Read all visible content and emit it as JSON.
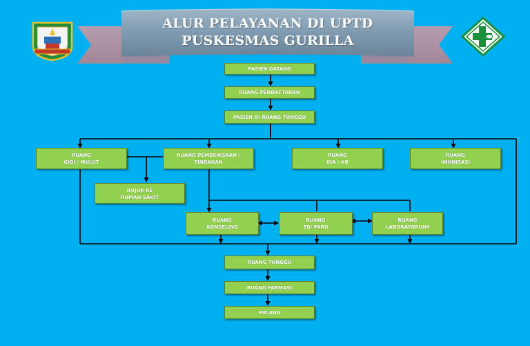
{
  "header": {
    "title_line1": "ALUR PELAYANAN DI UPTD",
    "title_line2": "PUSKESMAS GURILLA"
  },
  "colors": {
    "background": "#00b0f0",
    "box_fill": "#92d050",
    "banner_fill": "#7f9ab0",
    "line": "#000000"
  },
  "icons": {
    "left_logo": "regional-government-emblem-icon",
    "right_logo": "puskesmas-health-cross-icon"
  },
  "nodes": {
    "pasien_datang": [
      "PASIEN DATANG"
    ],
    "ruang_pendaftaran": [
      "RUANG PENDAFTARAN"
    ],
    "pasien_ruang_tunggu": [
      "PASIEN DI RUANG TUNGGU"
    ],
    "ruang_gigi": [
      "RUANG",
      "GIGI / MULUT"
    ],
    "ruang_pemeriksaan": [
      "RUANG PEMERIKSAAN /",
      "TINDAKAN"
    ],
    "ruang_kia": [
      "RUANG",
      "KIA / KB"
    ],
    "ruang_imunisasi": [
      "RUANG",
      "IMUNISASI"
    ],
    "rujuk": [
      "RUJUK KE",
      "RUMAH SAKIT"
    ],
    "ruang_konseling": [
      "RUANG",
      "KONSELING"
    ],
    "ruang_tb": [
      "RUANG",
      "TB/ PARU"
    ],
    "ruang_lab": [
      "RUANG",
      "LABORATORIUM"
    ],
    "ruang_tunggu": [
      "RUANG TUNGGU"
    ],
    "ruang_farmasi": [
      "RUANG FARMASI"
    ],
    "pulang": [
      "PULANG"
    ]
  }
}
